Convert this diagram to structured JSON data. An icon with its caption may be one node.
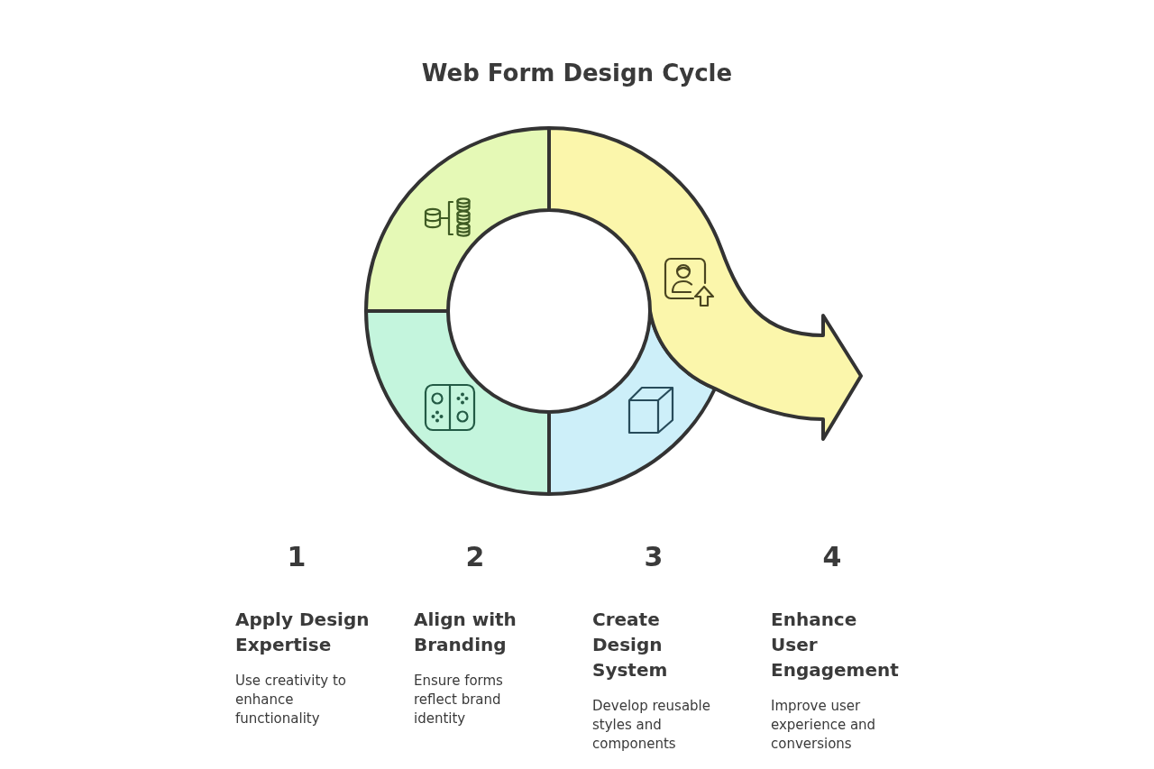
{
  "diagram": {
    "title": "Web Form Design Cycle",
    "nodes": [
      {
        "text": [],
        "shape": "arc"
      },
      {
        "text": [],
        "shape": "arc"
      },
      {
        "text": [],
        "shape": "arc"
      },
      {
        "text": [],
        "shape": "arrow"
      }
    ],
    "labels": [
      "1",
      "Apply Design Expertise",
      "Use creativity to enhance functionality",
      "2",
      "Align with Branding",
      "Ensure forms reflect brand identity",
      "3",
      "Create Design System",
      "Develop reusable styles and components",
      "4",
      "Enhance User Engagement",
      "Improve user experience and conversions"
    ]
  }
}
